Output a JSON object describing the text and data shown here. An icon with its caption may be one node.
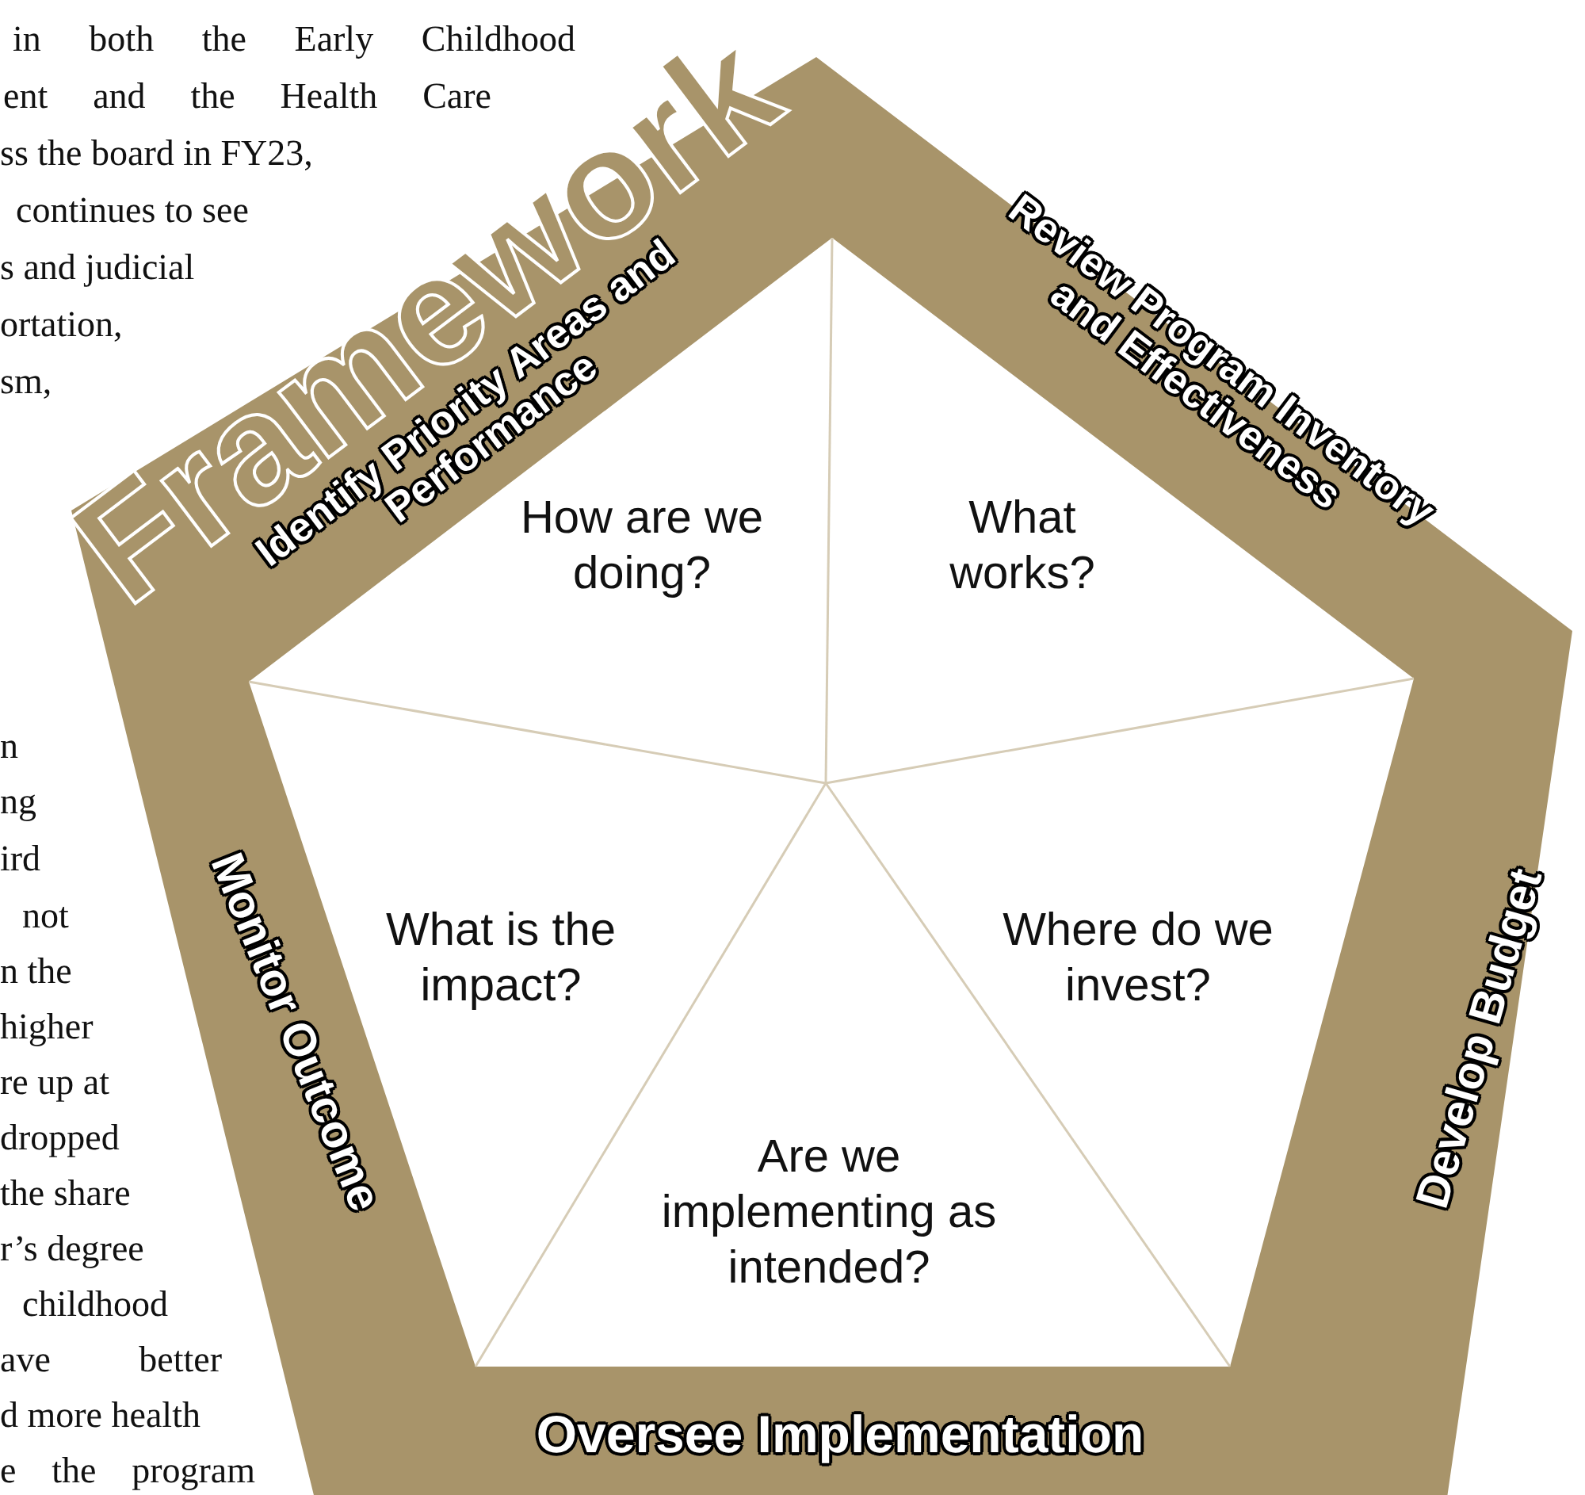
{
  "diagram": {
    "nodes": [
      {
        "text": [
          "Framework",
          "Identify Priority Areas and Performance",
          "Review Program Inventory and Effectiveness",
          "Develop Budget",
          "Oversee Implementation",
          "Monitor Outcome"
        ]
      },
      {
        "text": [
          "How are we doing?"
        ],
        "in": 0
      },
      {
        "text": [
          "What works?"
        ],
        "in": 0
      },
      {
        "text": [
          "Where do we invest?"
        ],
        "in": 0
      },
      {
        "text": [
          "Are we implementing as intended?"
        ],
        "in": 0
      },
      {
        "text": [
          "What is the impact?"
        ],
        "in": 0
      }
    ],
    "labels": [
      "in both the Early Childhood",
      "ent and the Health Care",
      "ss the board in FY23,",
      "continues to see",
      "s and judicial",
      "ortation,",
      "sm,",
      "n",
      "ng",
      "ird",
      "not",
      "n the",
      "higher",
      "re up at",
      "dropped",
      "the share",
      "r’s degree",
      "childhood",
      "ave better",
      "d more health",
      "e the program"
    ]
  }
}
